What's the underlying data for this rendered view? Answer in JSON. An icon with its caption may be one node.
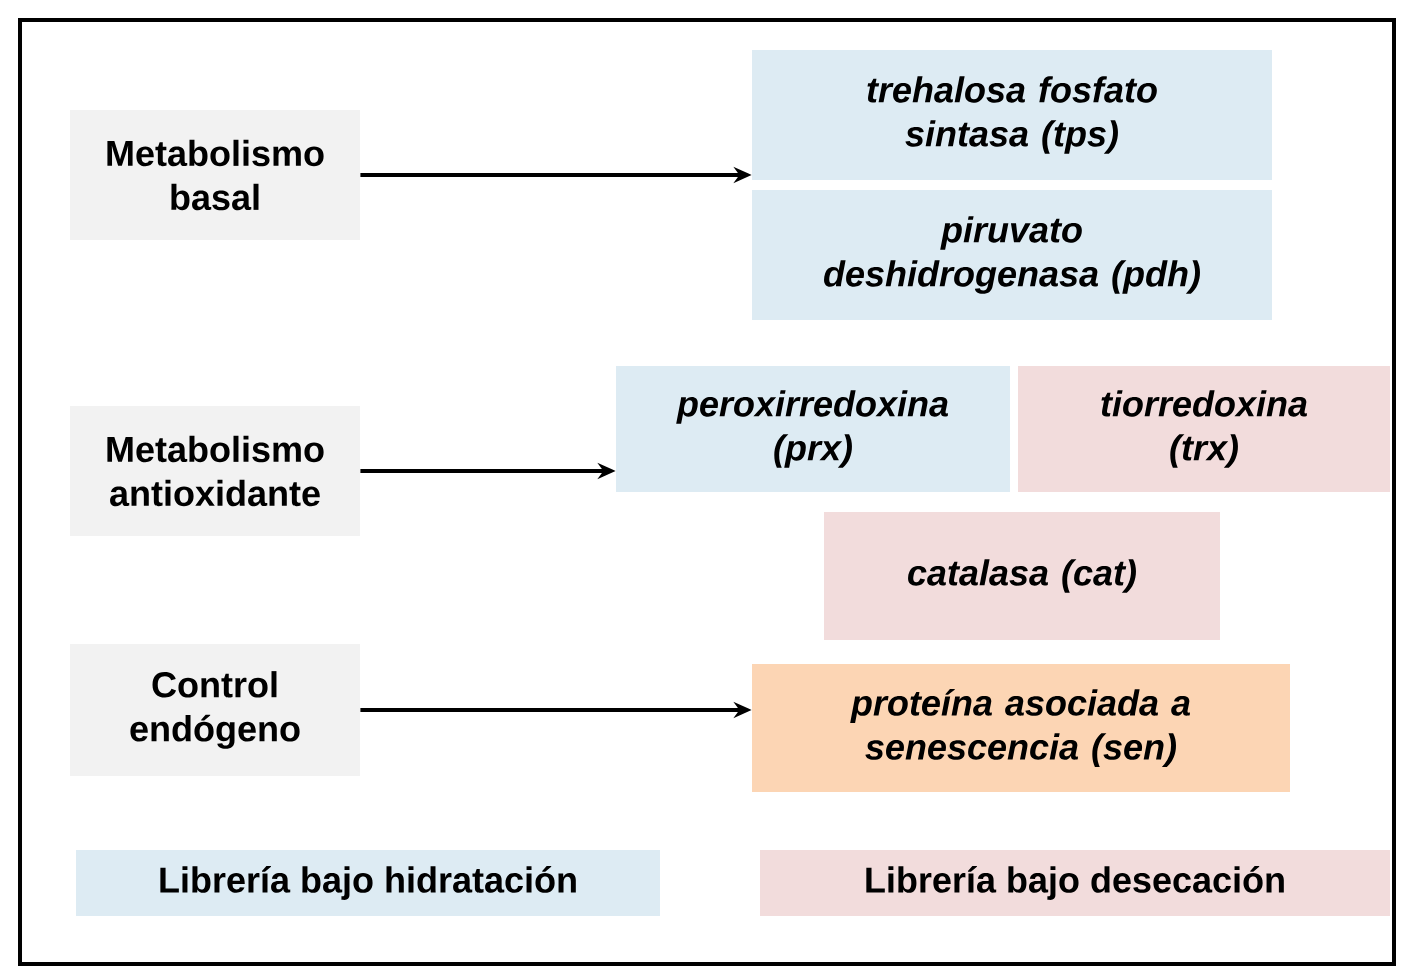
{
  "diagram": {
    "nodes": [
      {
        "text": [
          "Metabolismo basal"
        ]
      },
      {
        "text": [
          "trehalosa fosfato sintasa (tps)"
        ]
      },
      {
        "text": [
          "piruvato deshidrogenasa (pdh)"
        ]
      },
      {
        "text": [
          "Metabolismo antioxidante"
        ]
      },
      {
        "text": [
          "peroxirredoxina (prx)"
        ]
      },
      {
        "text": [
          "tiorredoxina (trx)"
        ]
      },
      {
        "text": [
          "catalasa (cat)"
        ]
      },
      {
        "text": [
          "Control endógeno"
        ]
      },
      {
        "text": [
          "proteína asociada a senescencia (sen)"
        ]
      }
    ],
    "edges": [
      {
        "from": 0,
        "to": 1,
        "arrow": "to"
      },
      {
        "from": 3,
        "to": 4,
        "arrow": "to"
      },
      {
        "from": 7,
        "to": 8,
        "arrow": "to"
      }
    ],
    "legend": [
      {
        "text": "Librería bajo hidratación",
        "color": "#ddebf3"
      },
      {
        "text": "Librería bajo desecación",
        "color": "#f2dcdc"
      }
    ]
  }
}
